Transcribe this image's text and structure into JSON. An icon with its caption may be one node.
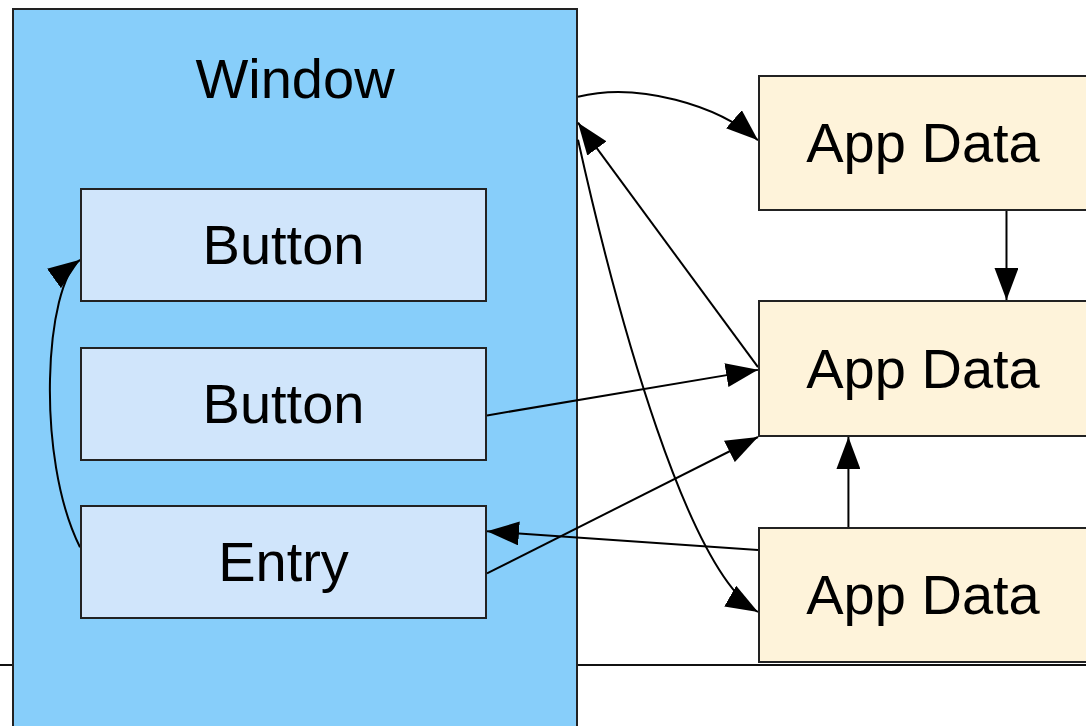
{
  "diagram": {
    "nodes": [
      {
        "text": [
          "Window"
        ]
      },
      {
        "text": [
          "Button"
        ],
        "in": 0
      },
      {
        "text": [
          "Button"
        ],
        "in": 0
      },
      {
        "text": [
          "Entry"
        ],
        "in": 0
      },
      {
        "text": [
          "App Data"
        ]
      },
      {
        "text": [
          "App Data"
        ]
      },
      {
        "text": [
          "App Data"
        ]
      }
    ],
    "edges": [
      {
        "from": 0,
        "to": 4,
        "arrow": "to"
      },
      {
        "from": 5,
        "to": 0,
        "arrow": "to"
      },
      {
        "from": 0,
        "to": 6,
        "arrow": "to"
      },
      {
        "from": 4,
        "to": 5,
        "arrow": "to"
      },
      {
        "from": 2,
        "to": 5,
        "arrow": "to"
      },
      {
        "from": 3,
        "to": 5,
        "arrow": "to"
      },
      {
        "from": 6,
        "to": 3,
        "arrow": "to"
      },
      {
        "from": 6,
        "to": 5,
        "arrow": "to"
      },
      {
        "from": 3,
        "to": 1,
        "arrow": "to"
      }
    ]
  }
}
